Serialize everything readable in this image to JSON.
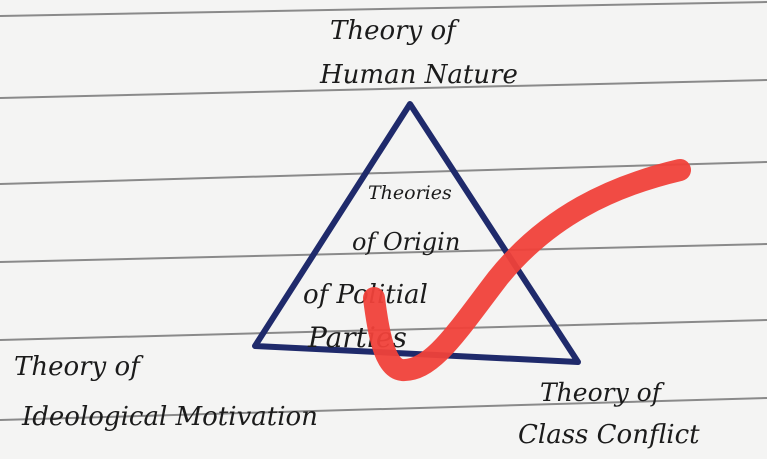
{
  "diagram": {
    "apex_label_line1": "Theory of",
    "apex_label_line2": "Human Nature",
    "left_label_line1": "Theory of",
    "left_label_line2": "Ideological Motivation",
    "right_label_line1": "Theory of",
    "right_label_line2": "Class Conflict",
    "center_line1": "Theories",
    "center_line2": "of Origin",
    "center_line3": "of Politial",
    "center_line4": "Parties"
  },
  "colors": {
    "paper": "#f4f4f3",
    "ruled_line": "#8a8a8a",
    "pencil": "#1b1b1b",
    "triangle_ink": "#1f2a6b",
    "check_mark": "#f0413a"
  },
  "icons": {
    "check_mark": "red-check-icon"
  }
}
